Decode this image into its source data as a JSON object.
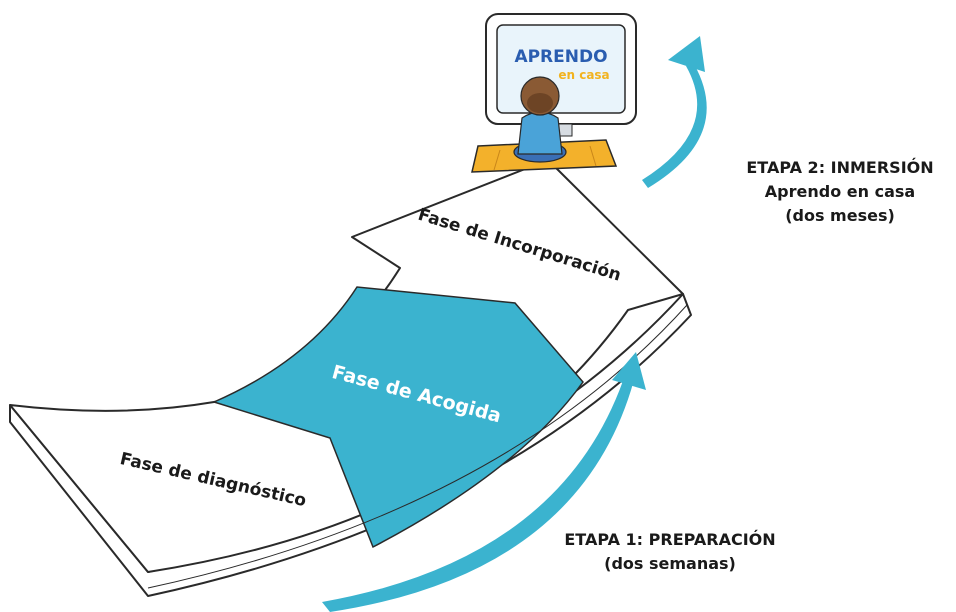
{
  "logo": {
    "line1": "APRENDO",
    "line2": "en casa"
  },
  "phases": {
    "incorporacion": "Fase de Incorporación",
    "acogida": "Fase de Acogida",
    "diagnostico": "Fase de diagnóstico"
  },
  "stages": {
    "stage2": {
      "title": "ETAPA 2:  INMERSIÓN",
      "line2": "Aprendo en casa",
      "line3": "(dos meses)"
    },
    "stage1": {
      "title": "ETAPA 1: PREPARACIÓN",
      "line2": "(dos semanas)"
    }
  },
  "colors": {
    "teal": "#3bb3cf",
    "outline": "#2a2a2a",
    "logo_blue": "#2a5db0",
    "logo_yellow": "#f2b31f",
    "mat": "#f3b12b"
  }
}
